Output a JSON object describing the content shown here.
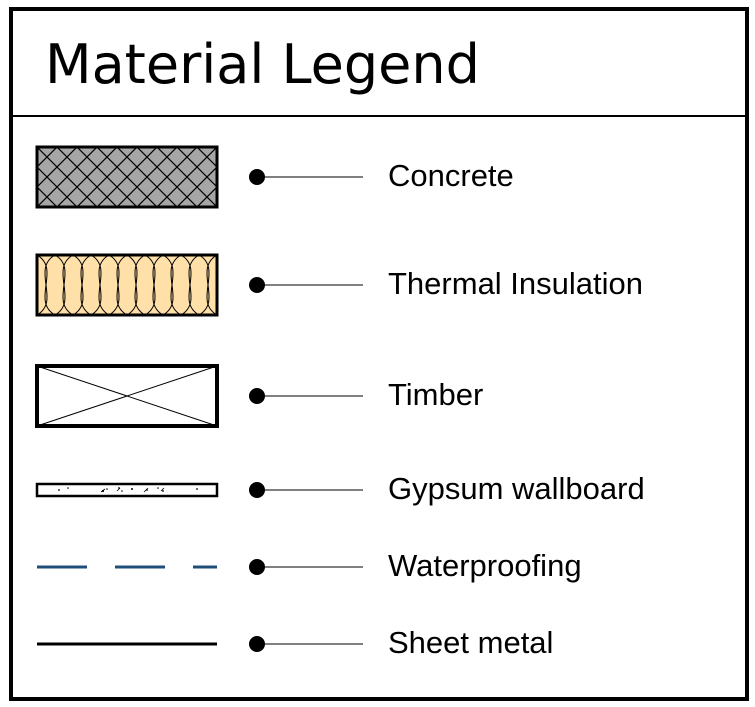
{
  "title": "Material Legend",
  "colors": {
    "concrete_fill": "#A6A6A6",
    "insulation_fill": "#FFE0A8",
    "waterproofing": "#1F4E79",
    "outline": "#000000"
  },
  "items": [
    {
      "label": "Concrete",
      "pattern": "cross-hatch"
    },
    {
      "label": "Thermal Insulation",
      "pattern": "insulation-loops"
    },
    {
      "label": "Timber",
      "pattern": "diagonal-cross"
    },
    {
      "label": "Gypsum wallboard",
      "pattern": "speckle"
    },
    {
      "label": "Waterproofing",
      "pattern": "dashed-line"
    },
    {
      "label": "Sheet metal",
      "pattern": "solid-line"
    }
  ]
}
